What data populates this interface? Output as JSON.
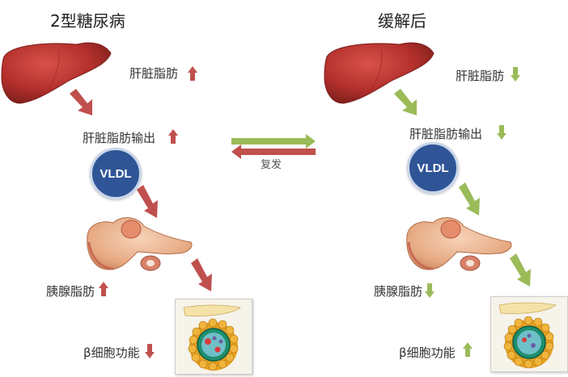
{
  "left": {
    "title": "2型糖尿病",
    "liver_fat_label": "肝脏脂肪",
    "liver_fat_export_label": "肝脏脂肪输出",
    "vldl_label": "VLDL",
    "pancreas_fat_label": "胰腺脂肪",
    "beta_cell_label": "β细胞功能",
    "trend": {
      "liver_fat": "up",
      "liver_fat_export": "up",
      "pancreas_fat": "up",
      "beta_cell": "down"
    }
  },
  "right": {
    "title": "缓解后",
    "liver_fat_label": "肝脏脂肪",
    "liver_fat_export_label": "肝脏脂肪输出",
    "vldl_label": "VLDL",
    "pancreas_fat_label": "胰腺脂肪",
    "beta_cell_label": "β细胞功能",
    "trend": {
      "liver_fat": "down",
      "liver_fat_export": "down",
      "pancreas_fat": "down",
      "beta_cell": "up"
    }
  },
  "middle": {
    "relapse_label": "复发"
  },
  "colors": {
    "red_arrow": "#c0504d",
    "green_arrow": "#9bbb59",
    "vldl_fill": "#2f5597",
    "liver": "#b8322f"
  }
}
